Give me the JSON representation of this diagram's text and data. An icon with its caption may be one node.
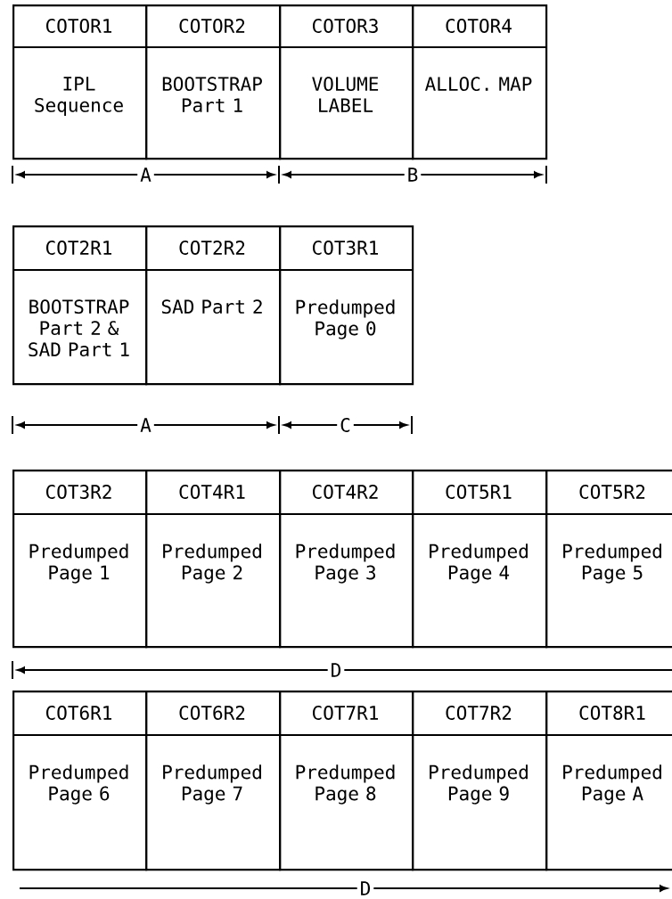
{
  "diagram": {
    "nodes": [
      {
        "text": [
          "COTOR1",
          "IPL Sequence"
        ]
      },
      {
        "text": [
          "COTOR2",
          "BOOTSTRAP Part 1"
        ]
      },
      {
        "text": [
          "COTOR3",
          "VOLUME LABEL"
        ]
      },
      {
        "text": [
          "COTOR4",
          "ALLOC. MAP"
        ]
      },
      {
        "text": [
          "COT2R1",
          "BOOTSTRAP Part 2 & SAD Part 1"
        ]
      },
      {
        "text": [
          "COT2R2",
          "SAD Part 2"
        ]
      },
      {
        "text": [
          "COT3R1",
          "Predumped Page 0"
        ]
      },
      {
        "text": [
          "COT3R2",
          "Predumped Page 1"
        ]
      },
      {
        "text": [
          "COT4R1",
          "Predumped Page 2"
        ]
      },
      {
        "text": [
          "COT4R2",
          "Predumped Page 3"
        ]
      },
      {
        "text": [
          "COT5R1",
          "Predumped Page 4"
        ]
      },
      {
        "text": [
          "COT5R2",
          "Predumped Page 5"
        ]
      },
      {
        "text": [
          "COT6R1",
          "Predumped Page 6"
        ]
      },
      {
        "text": [
          "COT6R2",
          "Predumped Page 7"
        ]
      },
      {
        "text": [
          "COT7R1",
          "Predumped Page 8"
        ]
      },
      {
        "text": [
          "COT7R2",
          "Predumped Page 9"
        ]
      },
      {
        "text": [
          "COT8R1",
          "Predumped Page A"
        ]
      }
    ],
    "labels": [
      "A",
      "B",
      "A",
      "C",
      "D",
      "D"
    ]
  }
}
